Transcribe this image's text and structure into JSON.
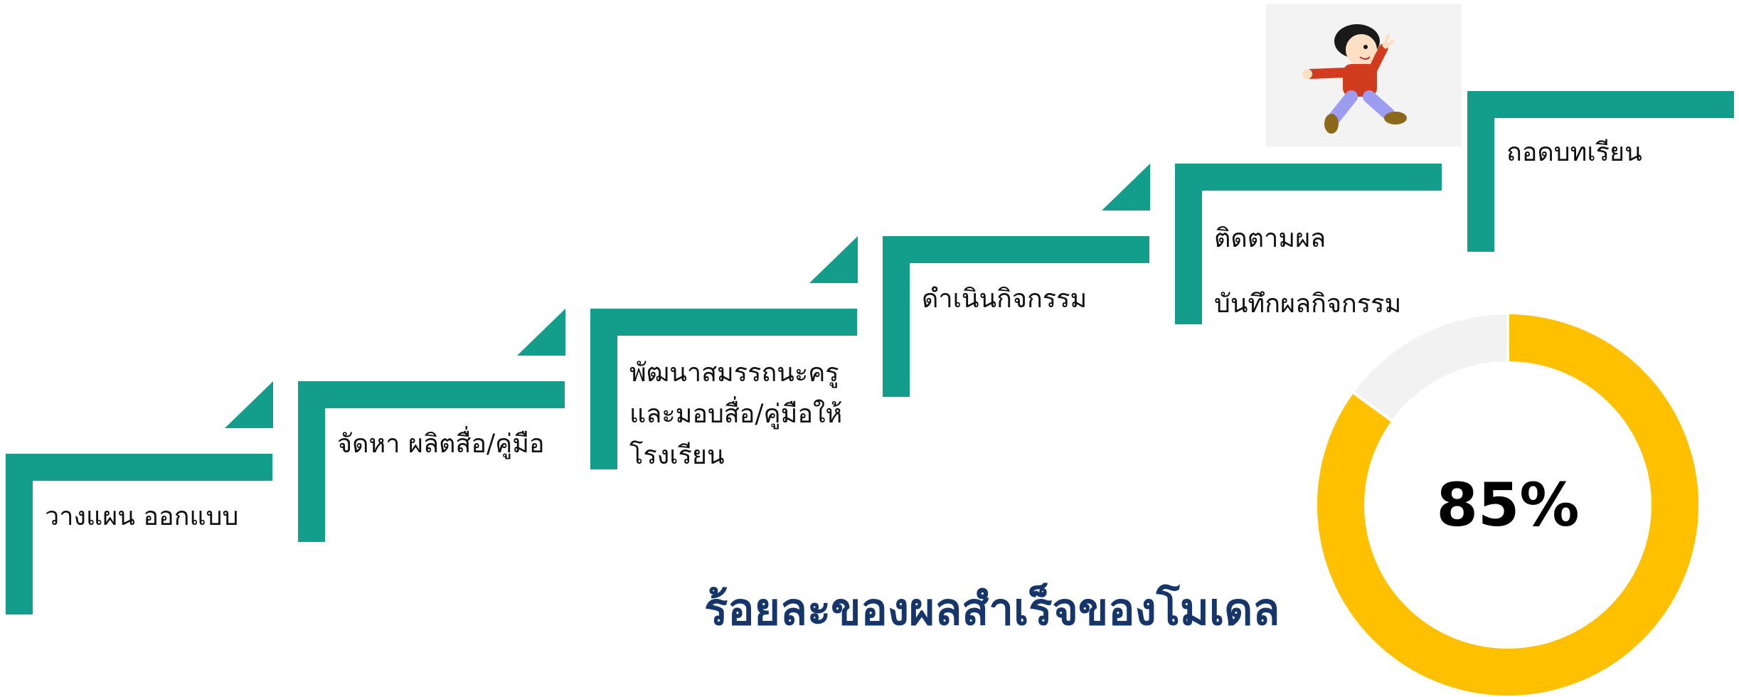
{
  "colors": {
    "step": "#129e8a",
    "ring": "#ffc000",
    "ring_track": "#f2f2f2",
    "title": "#15356b"
  },
  "steps": [
    {
      "lines": [
        "วางแผน ออกแบบ"
      ]
    },
    {
      "lines": [
        "จัดหา ผลิตสื่อ/คู่มือ"
      ]
    },
    {
      "lines": [
        "พัฒนาสมรรถนะครู",
        "และมอบสื่อ/คู่มือให้",
        "โรงเรียน"
      ]
    },
    {
      "lines": [
        "ดำเนินกิจกรรม"
      ]
    },
    {
      "lines": [
        "ติดตามผล",
        "บันทึกผลกิจกรรม"
      ]
    },
    {
      "lines": [
        "ถอดบทเรียน"
      ]
    }
  ],
  "progress": {
    "title": "ร้อยละของผลสำเร็จของโมเดล",
    "label": "85%",
    "value": 85
  },
  "illustration": {
    "icon": "running-boy-icon"
  }
}
